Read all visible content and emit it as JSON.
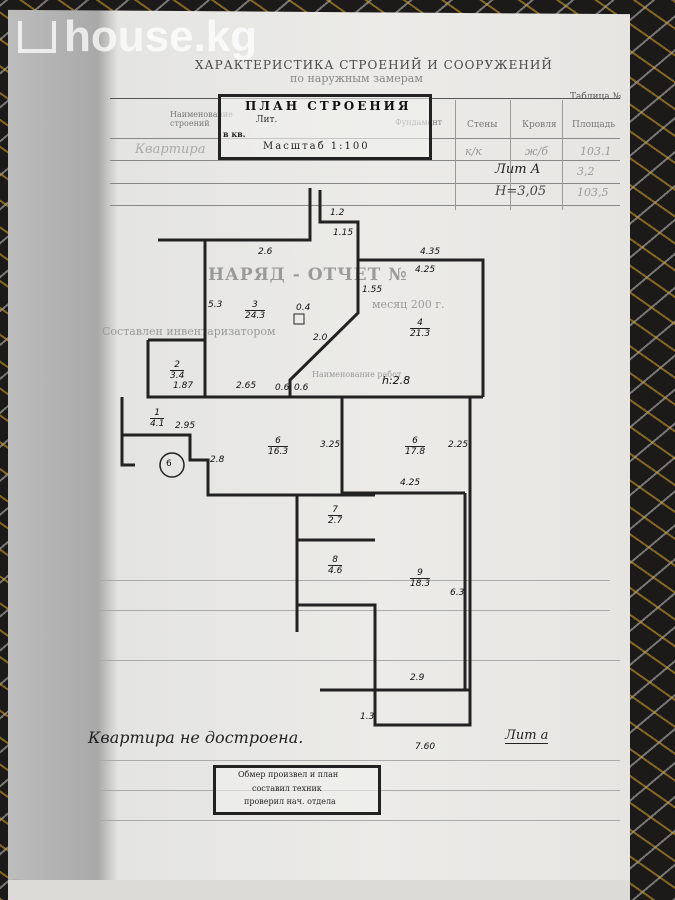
{
  "watermark": "house.kg",
  "header": {
    "title": "ХАРАКТЕРИСТИКА СТРОЕНИЙ И СООРУЖЕНИЙ",
    "subtitle": "по наружным замерам",
    "table_no": "Таблица №"
  },
  "columns": [
    "Наименование строений",
    "Фундамент",
    "Стены",
    "Кровля",
    "Площадь"
  ],
  "handwritten_row": {
    "name": "Квартира",
    "walls": "к/к",
    "roof": "ж/б",
    "area": "103.1",
    "liter": "Лит А",
    "height": "Н=3,05",
    "area2": "3,2",
    "area3": "103,5"
  },
  "plan_stamp": {
    "title": "ПЛАН СТРОЕНИЯ",
    "lit": "Лит.",
    "kv": "в кв.",
    "scale": "Масштаб 1:100"
  },
  "ghost_text": {
    "order": "НАРЯД - ОТЧЕТ №",
    "month": "месяц 200  г.",
    "composed": "Составлен инвентаризатором",
    "works": "Наименование работ"
  },
  "rooms": [
    {
      "no": "1",
      "area": "4.1"
    },
    {
      "no": "2",
      "area": "3.4"
    },
    {
      "no": "3",
      "area": "24.3"
    },
    {
      "no": "4",
      "area": "21.3"
    },
    {
      "no": "6",
      "area": "16.3"
    },
    {
      "no": "6",
      "area": "17.8"
    },
    {
      "no": "7",
      "area": "2.7"
    },
    {
      "no": "8",
      "area": "4.6"
    },
    {
      "no": "9",
      "area": "18.3"
    }
  ],
  "dimensions": [
    "1.2",
    "1.15",
    "2.6",
    "4.35",
    "4.25",
    "1.55",
    "5.3",
    "0.4",
    "2.0",
    "2.65",
    "1.87",
    "0.6",
    "0.6",
    "2.95",
    "3.25",
    "2.25",
    "4.25",
    "2.8",
    "6.3",
    "2.9",
    "7.60",
    "1.3",
    "h:2.8"
  ],
  "circle_label": "6",
  "note": "Квартира не достроена.",
  "liter_note": "Лит а",
  "bottom_stamp": [
    "Обмер произвел и план",
    "составил техник",
    "проверил нач. отдела"
  ]
}
